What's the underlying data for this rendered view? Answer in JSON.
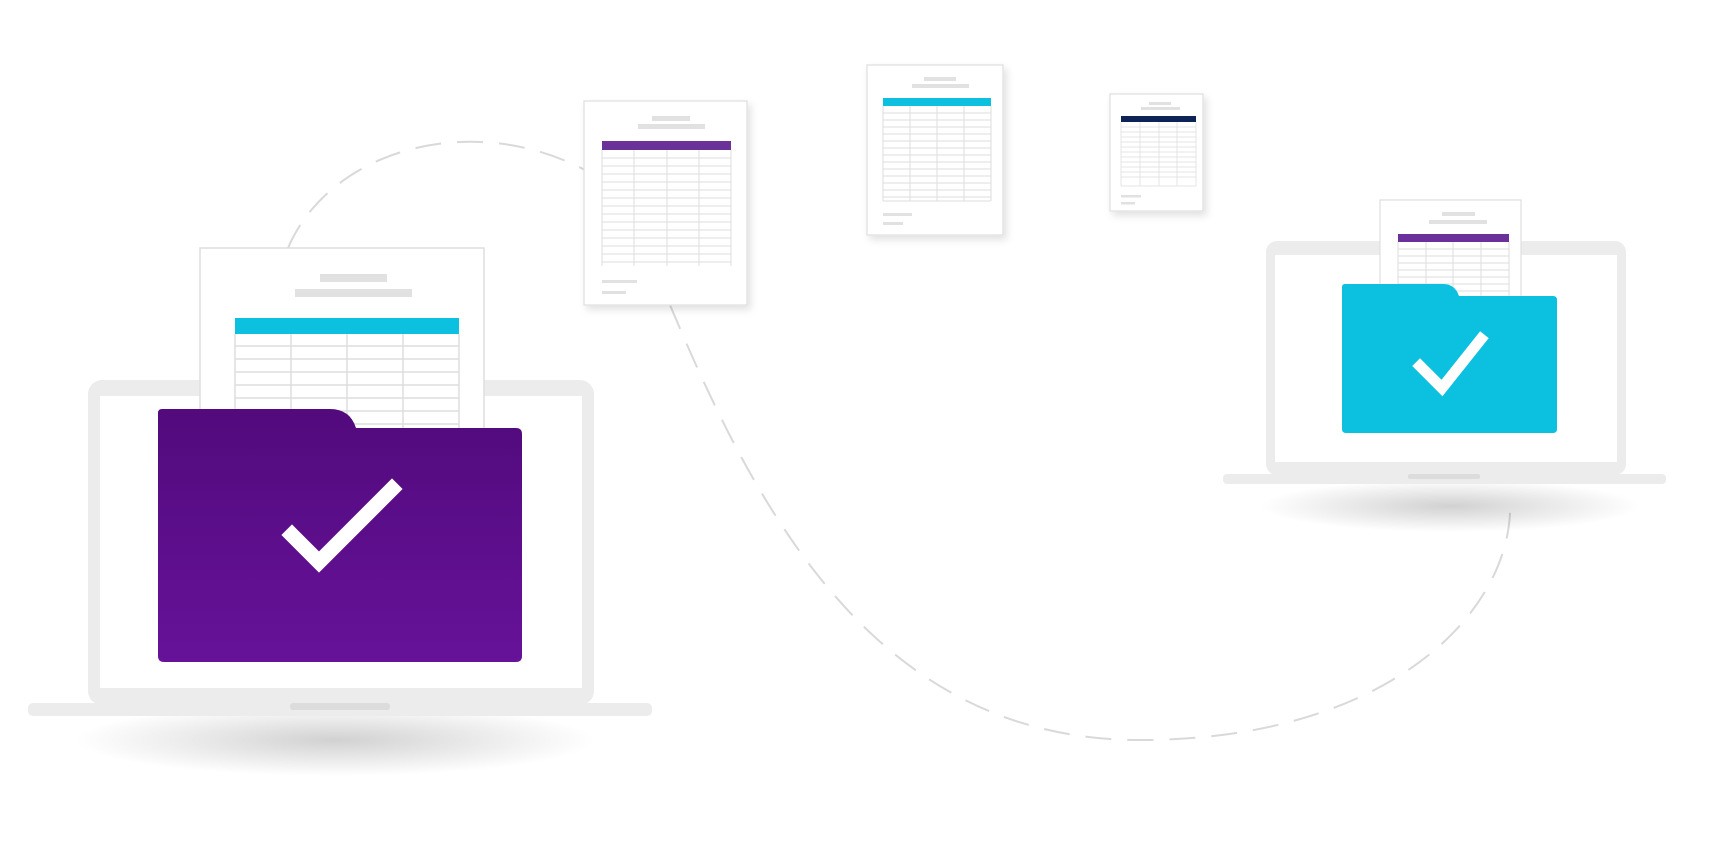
{
  "illustration": {
    "colors": {
      "background": "#ffffff",
      "purple": "#5a0d86",
      "purple_light": "#6b1a9c",
      "purple_header": "#6b3099",
      "cyan": "#0cc0df",
      "navy": "#112255",
      "laptop_body": "#ececec",
      "laptop_screen": "#ffffff",
      "path": "#d9d9d9",
      "doc_lines": "#dedede",
      "placeholder_bar": "#e1e1e1"
    },
    "devices": [
      {
        "name": "source-laptop",
        "folder_color": "purple",
        "status_icon": "checkmark-icon"
      },
      {
        "name": "destination-laptop",
        "folder_color": "cyan",
        "status_icon": "checkmark-icon"
      }
    ],
    "documents": [
      {
        "name": "source-document",
        "header_color": "cyan"
      },
      {
        "name": "transit-document-1",
        "header_color": "purple"
      },
      {
        "name": "transit-document-2",
        "header_color": "cyan"
      },
      {
        "name": "transit-document-3",
        "header_color": "navy"
      },
      {
        "name": "destination-document",
        "header_color": "purple"
      }
    ]
  }
}
